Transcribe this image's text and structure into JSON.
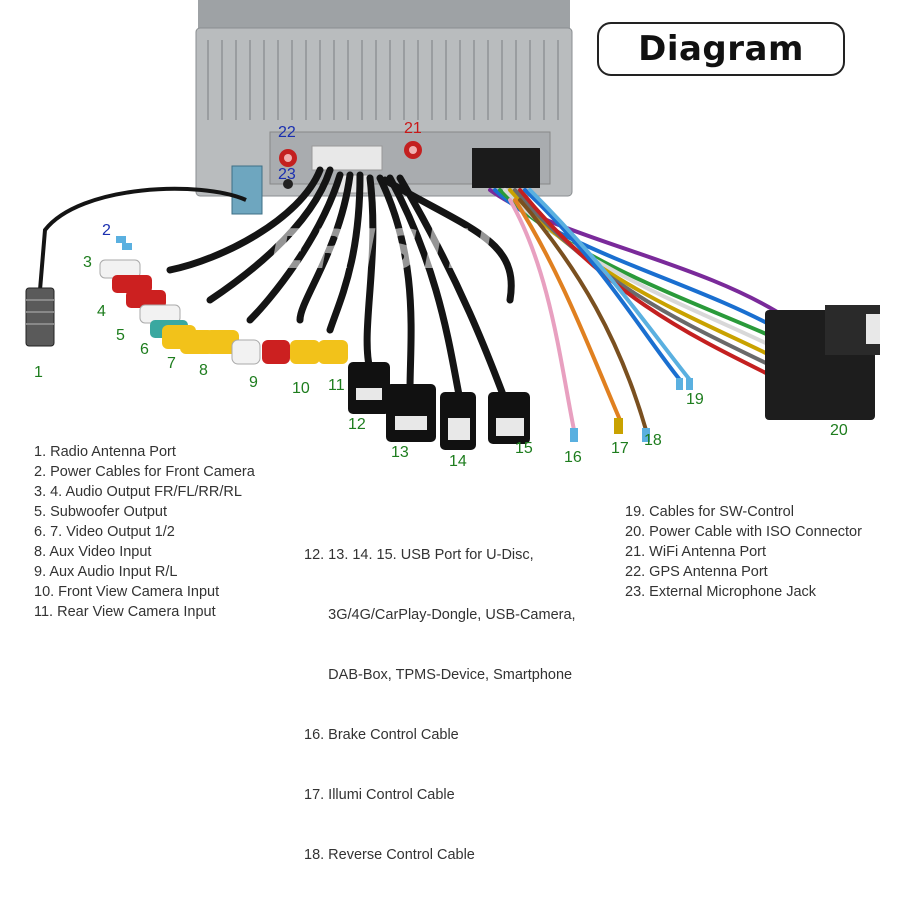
{
  "title": "Diagram",
  "watermark": "ERISIN",
  "markers": [
    "1",
    "2",
    "3",
    "4",
    "5",
    "6",
    "7",
    "8",
    "9",
    "10",
    "11",
    "12",
    "13",
    "14",
    "15",
    "16",
    "17",
    "18",
    "19",
    "20",
    "21",
    "22",
    "23"
  ],
  "legend": {
    "col1": [
      "1. Radio Antenna Port",
      "2. Power Cables for Front Camera",
      "3. 4. Audio Output FR/FL/RR/RL",
      "5. Subwoofer Output",
      "6. 7. Video Output 1/2",
      "8. Aux Video Input",
      "9. Aux Audio Input R/L",
      "10. Front View Camera Input",
      "11. Rear View Camera Input"
    ],
    "col2": [
      "12. 13. 14. 15. USB Port for U-Disc,",
      "      3G/4G/CarPlay-Dongle, USB-Camera,",
      "      DAB-Box, TPMS-Device, Smartphone",
      "16. Brake Control Cable",
      "17. Illumi Control Cable",
      "18. Reverse Control Cable"
    ],
    "col3": [
      "19. Cables for SW-Control",
      "20. Power Cable with ISO Connector",
      "21. WiFi Antenna Port",
      "22. GPS Antenna Port",
      "23. External Microphone Jack"
    ]
  },
  "colors": {
    "wire": "#141414",
    "rca_red": "#cc2020",
    "rca_white": "#f2f2f2",
    "rca_yellow": "#f2c21a",
    "chassis": "#b9bcbe"
  }
}
